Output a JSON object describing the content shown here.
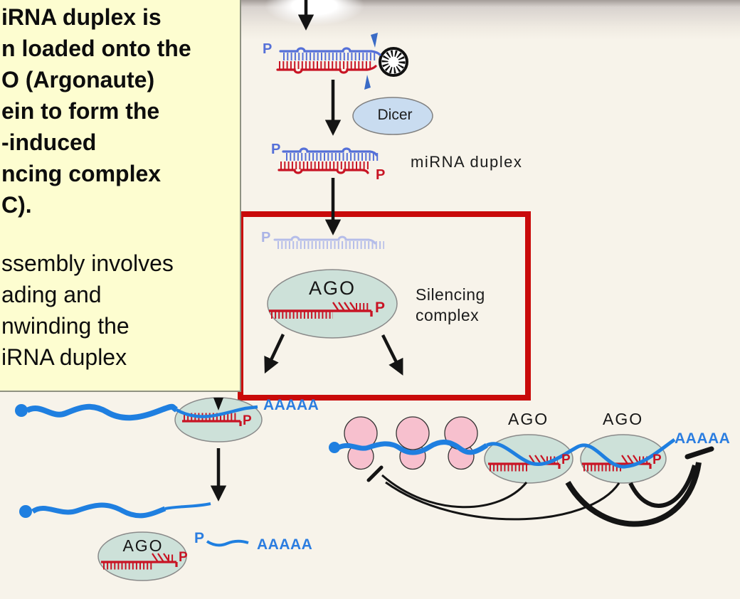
{
  "note_box": {
    "lines": [
      {
        "text": "iRNA duplex is",
        "bold": true
      },
      {
        "text": "n loaded onto the",
        "bold": true
      },
      {
        "text": "O (Argonaute)",
        "bold": true
      },
      {
        "text": "ein to form the",
        "bold": true
      },
      {
        "text": "-induced",
        "bold": true
      },
      {
        "text": "ncing complex",
        "bold": true
      },
      {
        "text": "C).",
        "bold": true
      },
      {
        "text": "ssembly involves",
        "bold": false
      },
      {
        "text": "ading and",
        "bold": false
      },
      {
        "text": "nwinding the",
        "bold": false
      },
      {
        "text": "iRNA duplex",
        "bold": false
      }
    ]
  },
  "diagram": {
    "dicer_label": "Dicer",
    "mirna_duplex_label": "miRNA duplex",
    "ago_label": "AGO",
    "silencing_complex_line1": "Silencing",
    "silencing_complex_line2": "complex",
    "phosphate_label": "P",
    "poly_a_label": "AAAAA"
  },
  "colors": {
    "background": "#f7f3ea",
    "note_box_fill": "#fdfdd0",
    "note_box_border": "#8f9282",
    "highlight_box_red": "#c90a0a",
    "guide_strand_red": "#c81424",
    "strand_blue": "#5570d8",
    "faded_strand_blue": "#b5bde9",
    "mrna_blue": "#1f7fe0",
    "poly_a_text_blue": "#2b7de0",
    "ago_ellipse_fill": "#cde1d9",
    "dicer_ellipse_fill": "#c9dcf0",
    "ribosome_pink": "#f7c0ce",
    "cleavage_triangle_blue": "#3a6bc6",
    "arrow_black": "#141414"
  }
}
